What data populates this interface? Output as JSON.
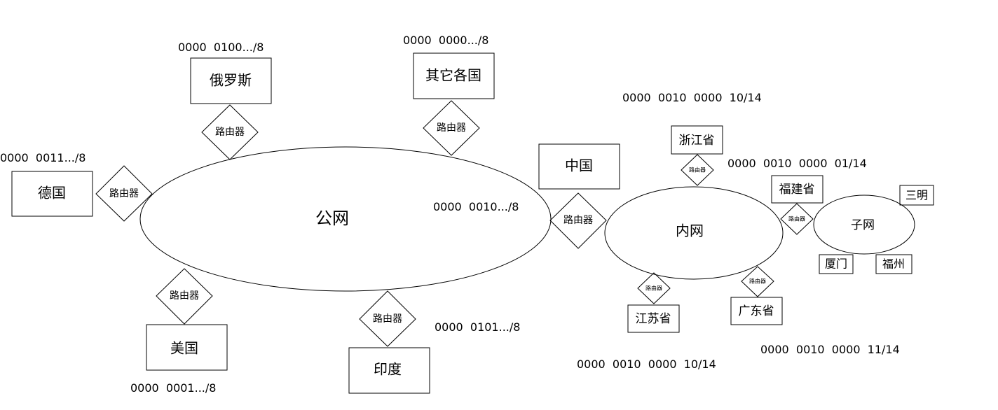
{
  "networks": {
    "public": "公网",
    "intranet": "内网",
    "subnet": "子网"
  },
  "countries": {
    "russia": "俄罗斯",
    "others": "其它各国",
    "germany": "德国",
    "china": "中国",
    "usa": "美国",
    "india": "印度"
  },
  "provinces": {
    "zhejiang": "浙江省",
    "fujian": "福建省",
    "jiangsu": "江苏省",
    "guangdong": "广东省"
  },
  "cities": {
    "sanming": "三明",
    "xiamen": "厦门",
    "fuzhou": "福州"
  },
  "router_label": "路由器",
  "addresses": {
    "russia": "0000  0100.../8",
    "others": "0000  0000.../8",
    "germany": "0000  0011.../8",
    "china": "0000  0010.../8",
    "usa": "0000  0001.../8",
    "india": "0000  0101.../8",
    "zhejiang": "0000  0010  0000  10/14",
    "fujian": "0000  0010  0000  01/14",
    "jiangsu": "0000  0010  0000  10/14",
    "guangdong": "0000  0010  0000  11/14"
  }
}
